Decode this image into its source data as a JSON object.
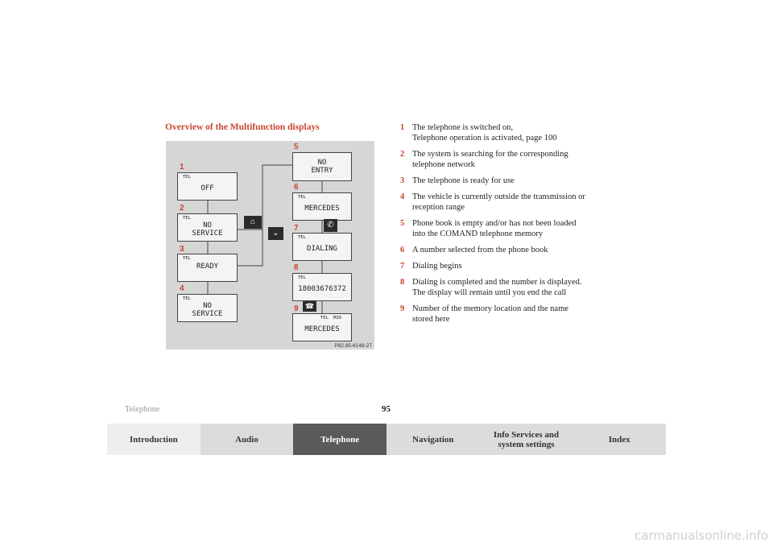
{
  "section_title": "Overview of the Multifunction displays",
  "figure": {
    "code": "P82.85-6148-27",
    "displays": [
      {
        "callout": "1",
        "tag": "TEL",
        "line1": "OFF",
        "line2": ""
      },
      {
        "callout": "2",
        "tag": "TEL",
        "line1": "NO",
        "line2": "SERVICE"
      },
      {
        "callout": "3",
        "tag": "TEL",
        "line1": "READY",
        "line2": ""
      },
      {
        "callout": "4",
        "tag": "TEL",
        "line1": "NO",
        "line2": "SERVICE"
      },
      {
        "callout": "5",
        "tag": "",
        "line1": "NO",
        "line2": "ENTRY"
      },
      {
        "callout": "6",
        "tag": "TEL",
        "line1": "MERCEDES",
        "line2": ""
      },
      {
        "callout": "7",
        "tag": "TEL",
        "line1": "DIALING",
        "line2": ""
      },
      {
        "callout": "8",
        "tag": "TEL",
        "line1": "18003676372",
        "line2": ""
      },
      {
        "callout": "9",
        "tag": "TEL",
        "tag2": "M39",
        "line1": "MERCEDES",
        "line2": ""
      }
    ],
    "icons": {
      "up": "⌂",
      "down": "⌄",
      "send": "✆",
      "end": "☎"
    }
  },
  "items": [
    {
      "num": "1",
      "text": "The telephone is switched on,\nTelephone operation is activated, page 100"
    },
    {
      "num": "2",
      "text": "The system is searching for the corresponding\ntelephone network"
    },
    {
      "num": "3",
      "text": "The telephone is ready for use"
    },
    {
      "num": "4",
      "text": "The vehicle is currently outside the transmission or\nreception range"
    },
    {
      "num": "5",
      "text": "Phone book is empty and/or has not been loaded\ninto the COMAND telephone memory"
    },
    {
      "num": "6",
      "text": "A number selected from the phone book"
    },
    {
      "num": "7",
      "text": "Dialing begins"
    },
    {
      "num": "8",
      "text": "Dialing is completed and the number is displayed.\nThe display will remain until you end the call"
    },
    {
      "num": "9",
      "text": "Number of the memory location and the name\nstored here"
    }
  ],
  "footer": {
    "section": "Telephone",
    "page": "95"
  },
  "tabs": [
    {
      "label": "Introduction"
    },
    {
      "label": "Audio"
    },
    {
      "label": "Telephone"
    },
    {
      "label": "Navigation"
    },
    {
      "label": "Info Services and\nsystem settings"
    },
    {
      "label": "Index"
    }
  ],
  "watermark": "carmanualsonline.info"
}
